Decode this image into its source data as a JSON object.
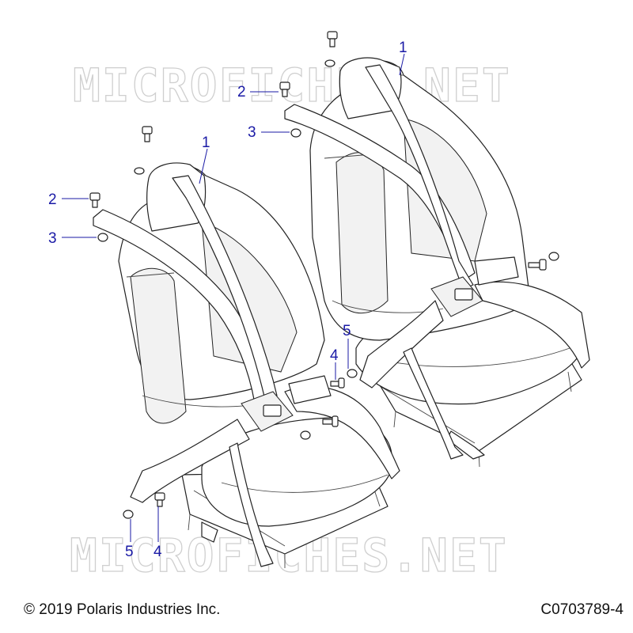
{
  "watermark": {
    "text": "MICROFICHES.NET"
  },
  "callouts": {
    "belt_right": "1",
    "belt_left": "1",
    "bolt_right": "2",
    "nut_right": "3",
    "bolt_left": "2",
    "nut_left": "3",
    "bolt_mid": "4",
    "nut_mid": "5",
    "bolt_bottom": "4",
    "nut_bottom": "5"
  },
  "footer": {
    "copyright": "© 2019 Polaris Industries Inc.",
    "drawing_id": "C0703789-4"
  },
  "colors": {
    "callout": "#1a1aa6",
    "line": "#222222",
    "watermark": "#cfcfcf"
  }
}
